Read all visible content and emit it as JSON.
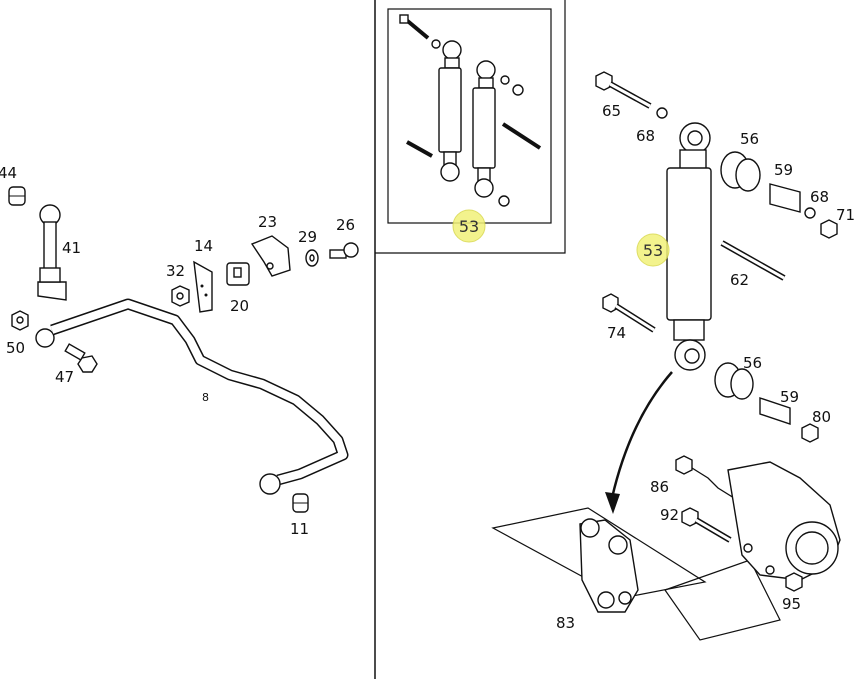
{
  "diagram": {
    "callout_labels": [
      "53",
      "53"
    ],
    "part_labels": {
      "p44": "44",
      "p41": "41",
      "p50": "50",
      "p47": "47",
      "p8": "8",
      "p11": "11",
      "p14": "14",
      "p32": "32",
      "p20": "20",
      "p23": "23",
      "p29": "29",
      "p26": "26",
      "p65": "65",
      "p68a": "68",
      "p56a": "56",
      "p59a": "59",
      "p68b": "68",
      "p71": "71",
      "p62": "62",
      "p74": "74",
      "p56b": "56",
      "p59b": "59",
      "p80": "80",
      "p86": "86",
      "p92": "92",
      "p83": "83",
      "p95": "95"
    },
    "colors": {
      "highlight": "#f2f27a",
      "line": "#111111"
    }
  }
}
